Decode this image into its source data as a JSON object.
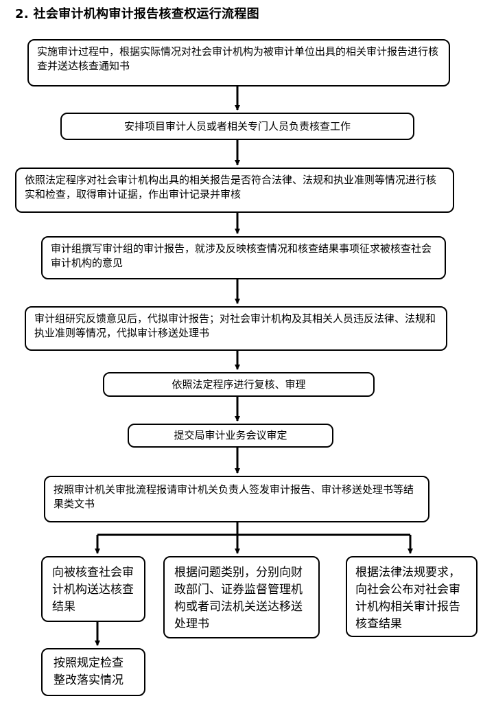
{
  "title": "2. 社会审计机构审计报告核查权运行流程图",
  "steps": [
    "实施审计过程中，根据实际情况对社会审计机构为被审计单位出具的相关审计报告进行核查并送达核查通知书",
    "安排项目审计人员或者相关专门人员负责核查工作",
    "依照法定程序对社会审计机构出具的相关报告是否符合法律、法规和执业准则等情况进行核实和检查，取得审计证据，作出审计记录并审核",
    "审计组撰写审计组的审计报告，就涉及反映核查情况和核查结果事项征求被核查社会审计机构的意见",
    "审计组研究反馈意见后，代拟审计报告；对社会审计机构及其相关人员违反法律、法规和执业准则等情况，代拟审计移送处理书",
    "依照法定程序进行复核、审理",
    "提交局审计业务会议审定",
    "按照审计机关审批流程报请审计机关负责人签发审计报告、审计移送处理书等结果类文书"
  ],
  "branches": [
    "向被核查社会审计机构送达核查结果",
    "根据问题类别，分别向财政部门、证券监督管理机构或者司法机关送达移送处理书",
    "根据法律法规要求，向社会公布对社会审计机构相关审计报告核查结果"
  ],
  "final_step": "按照规定检查整改落实情况"
}
